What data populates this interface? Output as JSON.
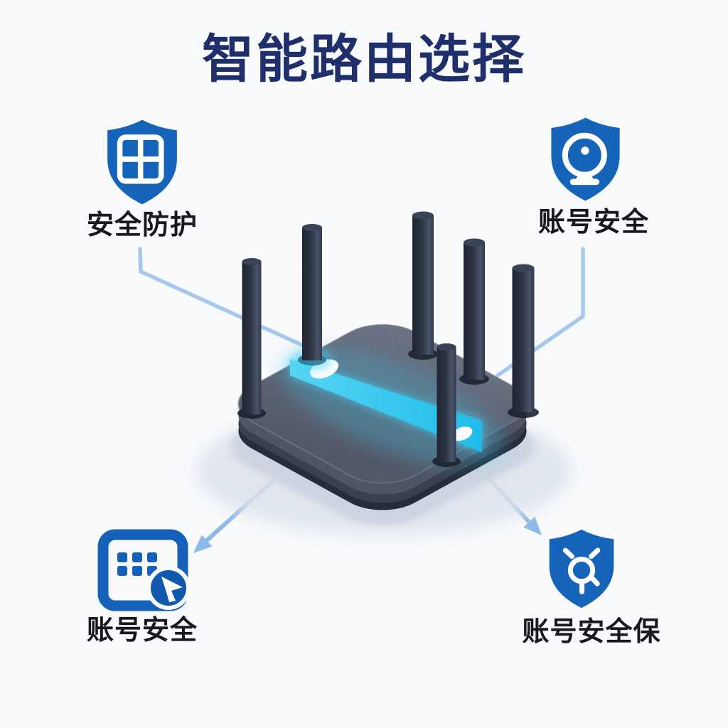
{
  "title": {
    "text": "智能路由选择"
  },
  "features": [
    {
      "position": "top-left",
      "label": "安全防护",
      "icon": "shield-window-grid-icon"
    },
    {
      "position": "top-right",
      "label": "账号安全",
      "icon": "shield-webcam-icon"
    },
    {
      "position": "bottom-left",
      "label": "账号安全",
      "icon": "app-grid-cursor-icon"
    },
    {
      "position": "bottom-right",
      "label": "账号安全保",
      "icon": "shield-alarm-magnifier-icon"
    }
  ],
  "illustration": {
    "name": "smart-wifi-router",
    "antenna_count": 6,
    "led_strip": "cyan glowing strip with two white lights",
    "connectors": "four light-blue lines linking corner features to the router, bottom two with arrowheads"
  },
  "colors": {
    "background": "#f9fafc",
    "title_navy": "#1e2f6b",
    "icon_blue": "#1564ba",
    "label_text": "#17191e",
    "connector_line": "#a6c8ee",
    "arrow_blue": "#8db8e8",
    "router_body_gray": "#5c6373",
    "router_dark_rim": "#262c3b",
    "antenna_dark": "#2a3040",
    "led_cyan": "#2fc4ee"
  }
}
